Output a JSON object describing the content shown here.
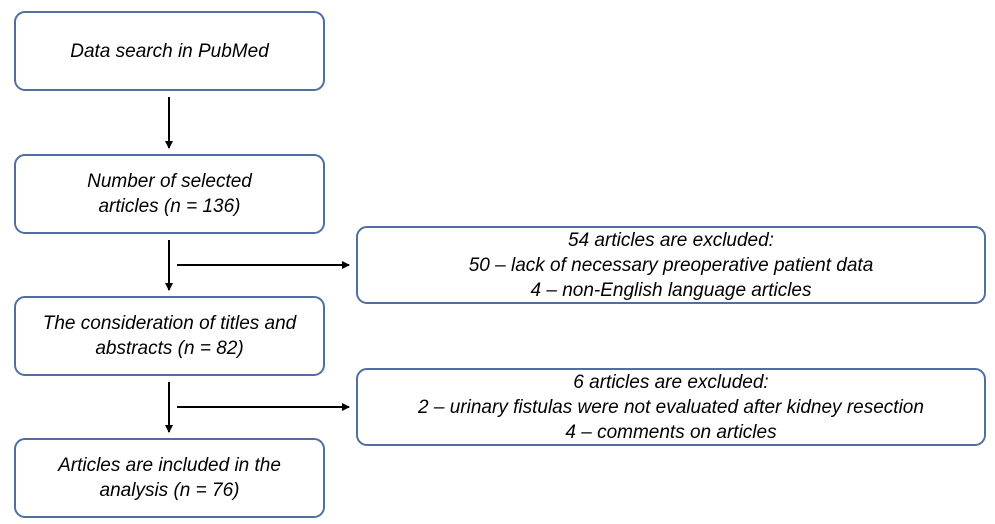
{
  "flow": {
    "search": {
      "lines": [
        "Data search in PubMed"
      ]
    },
    "selected": {
      "lines": [
        "Number of selected",
        "articles (n = 136)"
      ]
    },
    "consideration": {
      "lines": [
        "The consideration of titles and",
        "abstracts (n = 82)"
      ]
    },
    "included": {
      "lines": [
        "Articles are included in the",
        "analysis (n = 76)"
      ]
    }
  },
  "exclusions": {
    "first": {
      "lines": [
        "54 articles are excluded:",
        "50 – lack of necessary preoperative patient data",
        "4 – non-English language articles"
      ]
    },
    "second": {
      "lines": [
        "6 articles are excluded:",
        "2 – urinary fistulas were not evaluated after kidney resection",
        "4 – comments on articles"
      ]
    }
  },
  "colors": {
    "box_border": "#4f6fa3",
    "arrow": "#000000"
  }
}
